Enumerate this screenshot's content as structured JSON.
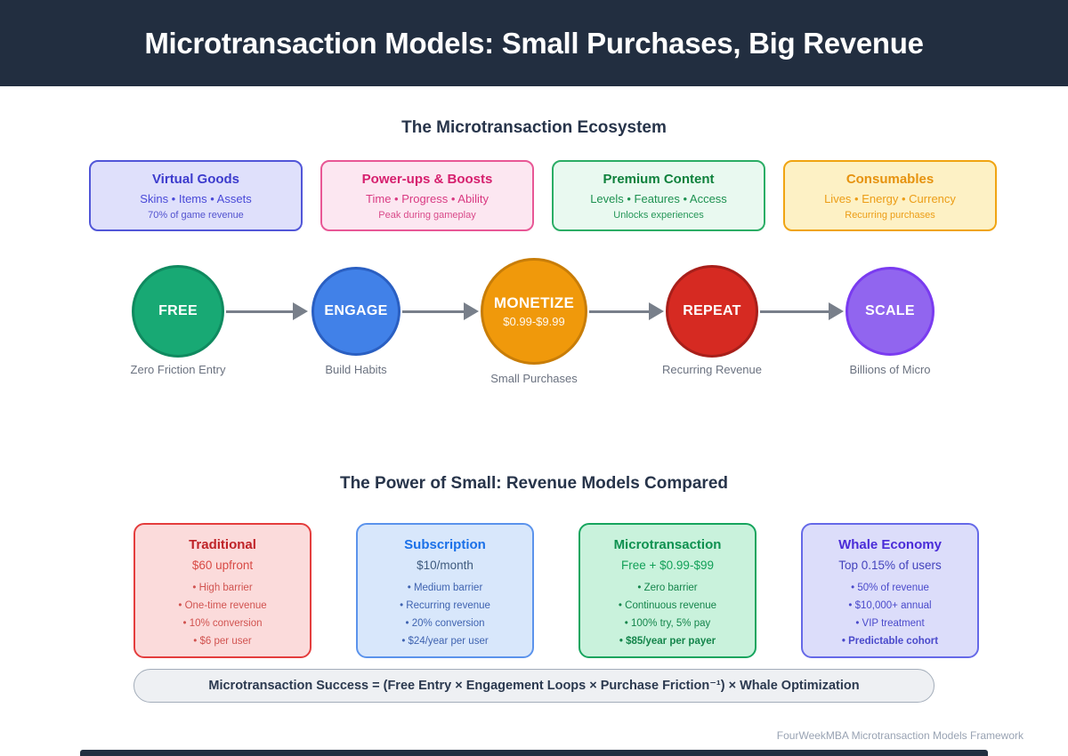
{
  "header": {
    "title": "Microtransaction Models: Small Purchases, Big Revenue",
    "bg_color": "#222e40",
    "text_color": "#ffffff"
  },
  "ecosystem": {
    "heading": "The Microtransaction Ecosystem",
    "categories": [
      {
        "title": "Virtual Goods",
        "line1": "Skins • Items • Assets",
        "line2": "70% of game revenue",
        "bg": "#dfe0fb",
        "border": "#5156d8",
        "title_color": "#3c3bcd"
      },
      {
        "title": "Power-ups & Boosts",
        "line1": "Time • Progress • Ability",
        "line2": "Peak during gameplay",
        "bg": "#fce7f1",
        "border": "#e85795",
        "title_color": "#d6206e"
      },
      {
        "title": "Premium Content",
        "line1": "Levels • Features • Access",
        "line2": "Unlocks experiences",
        "bg": "#e9f9f0",
        "border": "#2bad65",
        "title_color": "#0f813c"
      },
      {
        "title": "Consumables",
        "line1": "Lives • Energy • Currency",
        "line2": "Recurring purchases",
        "bg": "#fdf1c5",
        "border": "#f0a412",
        "title_color": "#e6920e"
      }
    ]
  },
  "flow": {
    "arrow_color": "#787f8a",
    "steps": [
      {
        "label": "FREE",
        "sub": "",
        "caption": "Zero Friction Entry",
        "fill": "#18a974",
        "border": "#0f8a5f"
      },
      {
        "label": "ENGAGE",
        "sub": "",
        "caption": "Build Habits",
        "fill": "#4181e8",
        "border": "#2a5fc2"
      },
      {
        "label": "MONETIZE",
        "sub": "$0.99-$9.99",
        "caption": "Small Purchases",
        "fill": "#f0990b",
        "border": "#c87d07"
      },
      {
        "label": "REPEAT",
        "sub": "",
        "caption": "Recurring Revenue",
        "fill": "#d62a22",
        "border": "#a81f1a"
      },
      {
        "label": "SCALE",
        "sub": "",
        "caption": "Billions of Micro",
        "fill": "#9165ef",
        "border": "#7a3bf0"
      }
    ]
  },
  "comparison": {
    "heading": "The Power of Small: Revenue Models Compared",
    "models": [
      {
        "title": "Traditional",
        "subtitle": "$60 upfront",
        "bullets": [
          "• High barrier",
          "• One-time revenue",
          "• 10% conversion",
          "• $6 per user"
        ],
        "bg": "#fbdbdb",
        "border": "#e43d3d",
        "title_color": "#bf2328"
      },
      {
        "title": "Subscription",
        "subtitle": "$10/month",
        "bullets": [
          "• Medium barrier",
          "• Recurring revenue",
          "• 20% conversion",
          "• $24/year per user"
        ],
        "bg": "#d8e7fb",
        "border": "#5b93ec",
        "title_color": "#1a70e8"
      },
      {
        "title": "Microtransaction",
        "subtitle": "Free + $0.99-$99",
        "bullets": [
          "• Zero barrier",
          "• Continuous revenue",
          "• 100% try, 5% pay",
          "• $85/year per payer"
        ],
        "bg": "#c9f2dc",
        "border": "#16a55e",
        "title_color": "#0e9150"
      },
      {
        "title": "Whale Economy",
        "subtitle": "Top 0.15% of users",
        "bullets": [
          "• 50% of revenue",
          "• $10,000+ annual",
          "• VIP treatment",
          "• Predictable cohort"
        ],
        "bg": "#dcddfa",
        "border": "#6569e8",
        "title_color": "#4a2cd8"
      }
    ]
  },
  "formula": {
    "text": "Microtransaction Success = (Free Entry × Engagement Loops × Purchase Friction⁻¹) × Whale Optimization",
    "bg": "#eef0f3",
    "border": "#a3adba",
    "text_color": "#2b394f"
  },
  "footer": {
    "credit": "FourWeekMBA Microtransaction Models Framework",
    "credit_color": "#99a3b3"
  }
}
